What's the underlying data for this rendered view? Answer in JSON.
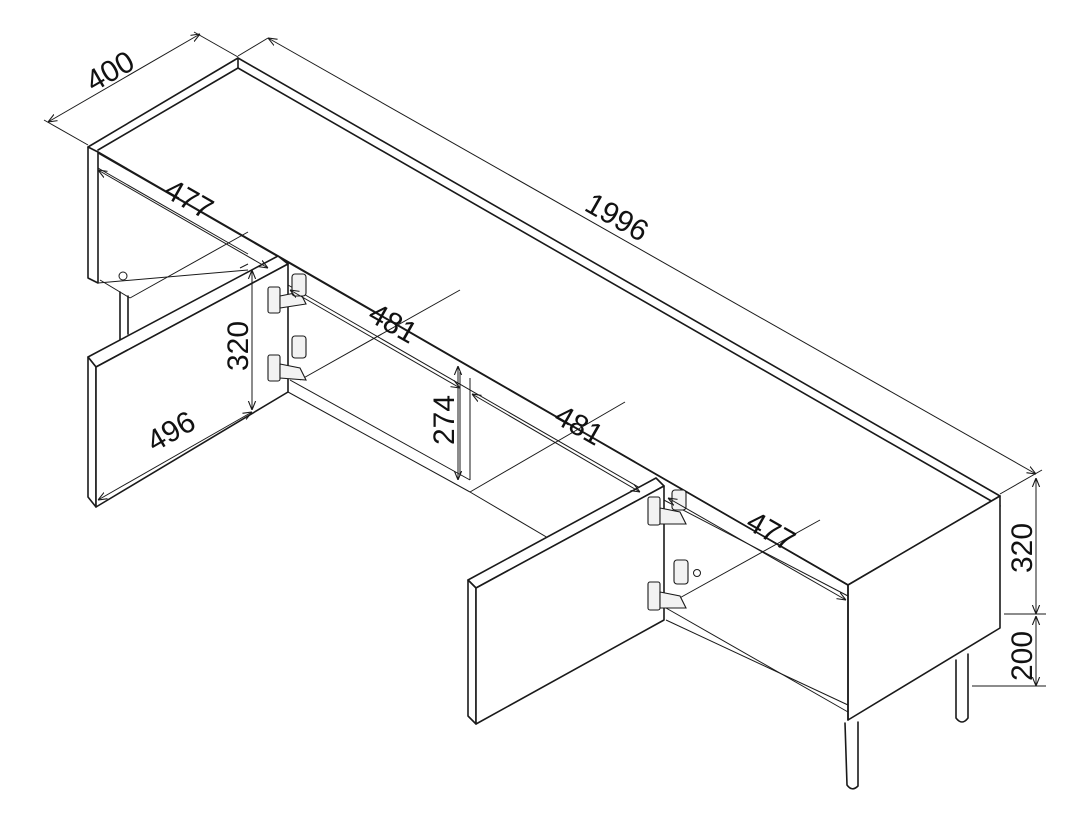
{
  "dimensions": {
    "depth": "400",
    "length": "1996",
    "left_compartment_width": "477",
    "middle_compartment_width_upper": "481",
    "middle_compartment_width_lower": "481",
    "right_compartment_width": "477",
    "door_height": "320",
    "door_width": "496",
    "shelf_gap_height": "274",
    "body_height": "320",
    "leg_height": "200"
  }
}
